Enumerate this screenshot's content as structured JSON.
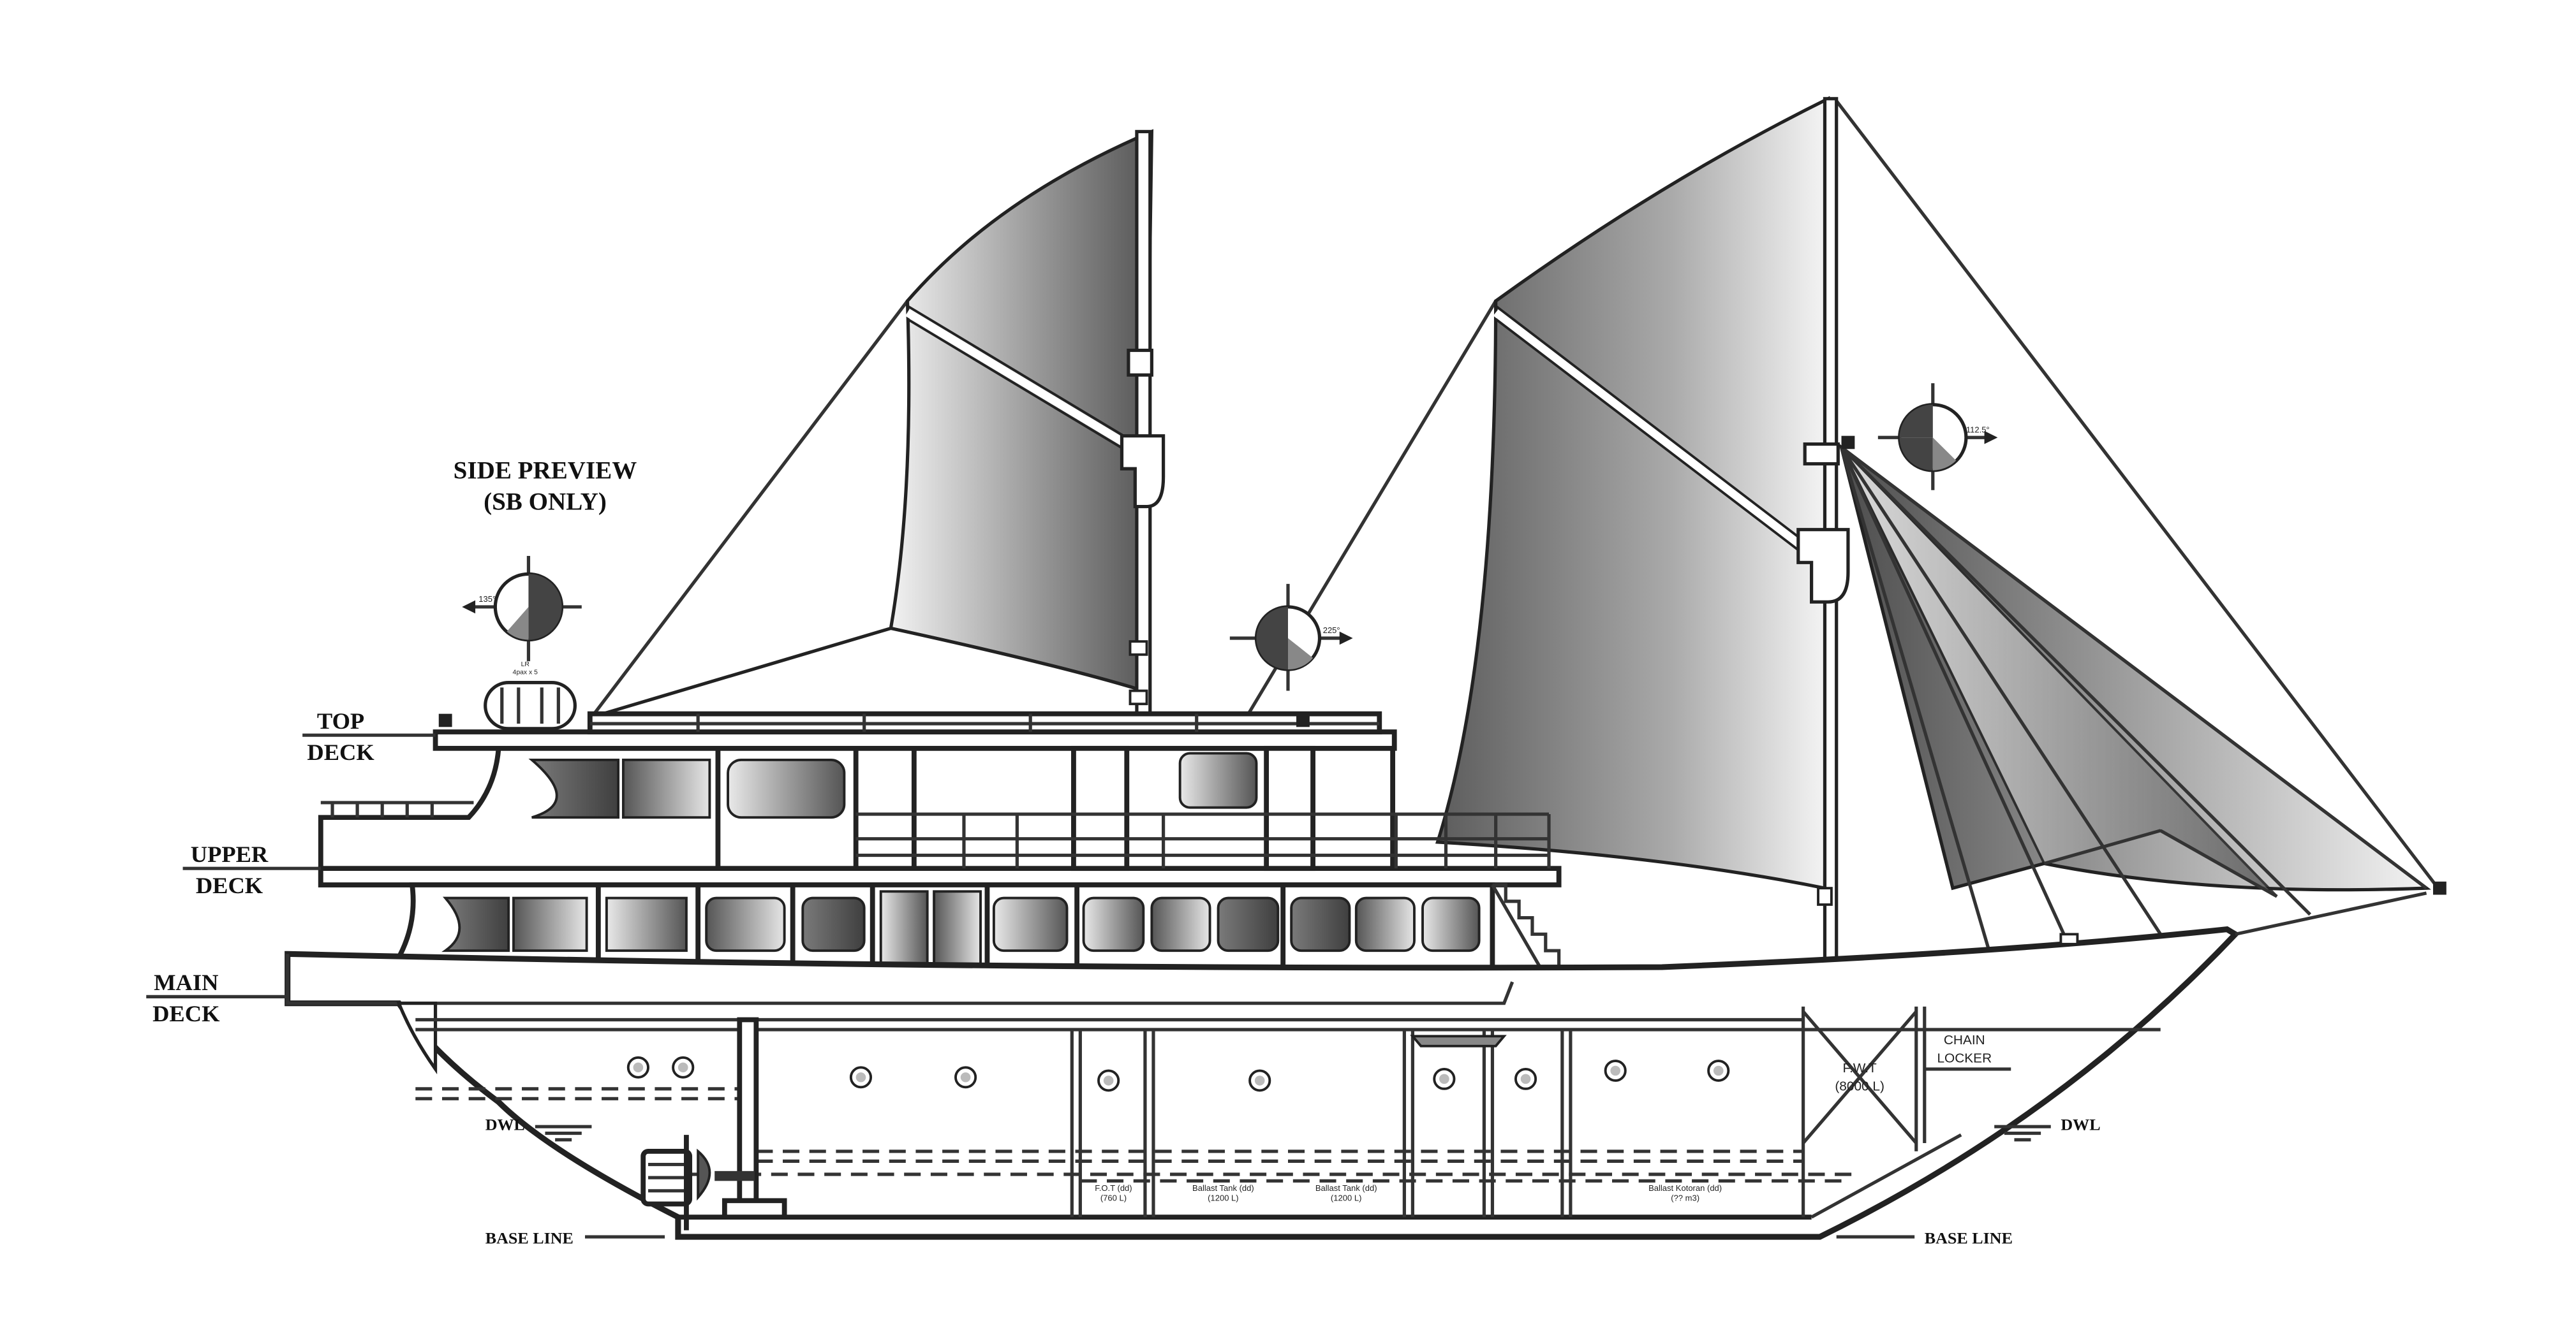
{
  "drawing": {
    "title_line1": "SIDE PREVIEW",
    "title_line2": "(SB ONLY)",
    "labels": {
      "top_deck_1": "TOP",
      "top_deck_2": "DECK",
      "upper_deck_1": "UPPER",
      "upper_deck_2": "DECK",
      "main_deck_1": "MAIN",
      "main_deck_2": "DECK",
      "dwl_left": "DWL",
      "dwl_right": "DWL",
      "base_left": "BASE LINE",
      "base_right": "BASE LINE"
    },
    "tanks": {
      "fwt_1": "F.W.T",
      "fwt_2": "(8000 L)",
      "chain_1": "CHAIN",
      "chain_2": "LOCKER",
      "fot_1": "F.O.T (dd)",
      "fot_2": "(760 L)",
      "ballast_a_1": "Ballast Tank (dd)",
      "ballast_a_2": "(1200 L)",
      "ballast_b_1": "Ballast Tank (dd)",
      "ballast_b_2": "(1200 L)",
      "ballast_c_1": "Ballast Kotoran (dd)",
      "ballast_c_2": "(?? m3)"
    },
    "light_angles": {
      "stern": "135°",
      "mid": "225°",
      "bow": "112.5°"
    },
    "liferaft": {
      "line1": "LR",
      "line2": "4pax x 5"
    },
    "colors": {
      "line": "#222222",
      "sail_dark": "#5a5a5a",
      "sail_light": "#f4f4f4",
      "background": "#ffffff"
    }
  }
}
